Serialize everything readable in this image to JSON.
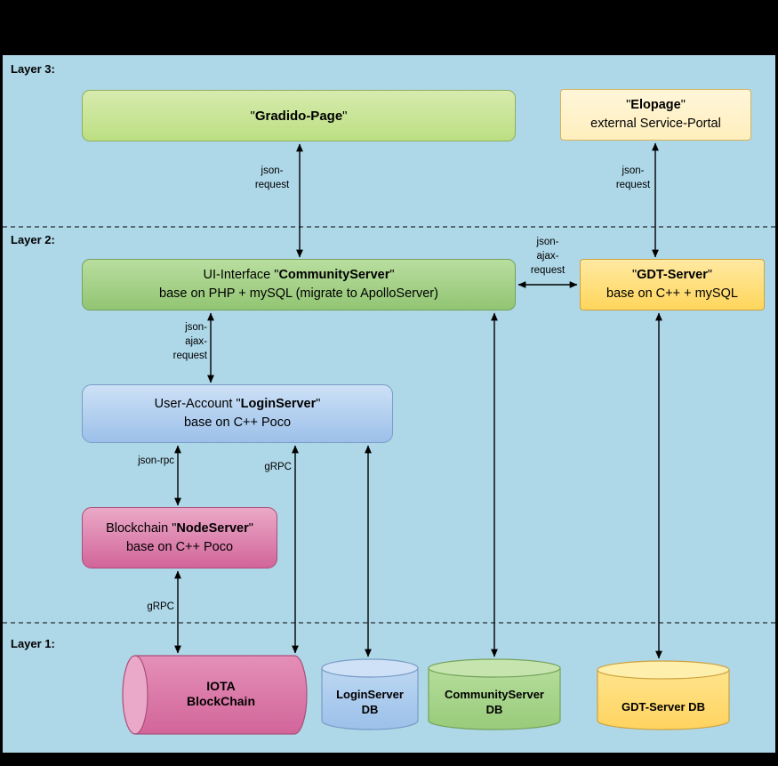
{
  "layers": {
    "layer3_label": "Layer 3:",
    "layer2_label": "Layer 2:",
    "layer1_label": "Layer 1:"
  },
  "boxes": {
    "gradido_page": {
      "pre": "\"",
      "name": "Gradido-Page",
      "post": "\""
    },
    "elopage": {
      "pre": "\"",
      "name": "Elopage",
      "post": "\"",
      "line2": "external Service-Portal"
    },
    "community_server": {
      "pre": "UI-Interface \"",
      "name": "CommunityServer",
      "post": "\"",
      "line2": "base on PHP + mySQL (migrate to ApolloServer)"
    },
    "gdt_server": {
      "pre": "\"",
      "name": "GDT-Server",
      "post": "\"",
      "line2": "base on C++ + mySQL"
    },
    "login_server": {
      "pre": "User-Account \"",
      "name": "LoginServer",
      "post": "\"",
      "line2": "base on C++ Poco"
    },
    "node_server": {
      "pre": "Blockchain \"",
      "name": "NodeServer",
      "post": "\"",
      "line2": "base on C++ Poco"
    }
  },
  "databases": {
    "iota": {
      "line1": "IOTA",
      "line2": "BlockChain"
    },
    "login_db": {
      "line1": "LoginServer",
      "line2": "DB"
    },
    "community_db": {
      "line1": "CommunityServer",
      "line2": "DB"
    },
    "gdt_db": {
      "line1": "GDT-Server DB"
    }
  },
  "connections": {
    "gradido_to_community": {
      "l1": "json-",
      "l2": "request"
    },
    "elopage_to_gdt": {
      "l1": "json-",
      "l2": "request"
    },
    "community_to_gdt": {
      "l1": "json-",
      "l2": "ajax-",
      "l3": "request"
    },
    "community_to_login": {
      "l1": "json-",
      "l2": "ajax-",
      "l3": "request"
    },
    "login_to_node": {
      "label": "json-rpc"
    },
    "login_to_iota": {
      "label": "gRPC"
    },
    "node_to_iota": {
      "label": "gRPC"
    }
  },
  "colors": {
    "background": "#aed7e8",
    "frame": "#000000",
    "green_box": "#a3d284",
    "green_light_box": "#c9e29b",
    "yellow_light_box": "#fff2cc",
    "yellow_box": "#ffd75e",
    "blue_box": "#9dc1eb",
    "pink_box": "#d4699a",
    "arrow": "#000000"
  }
}
